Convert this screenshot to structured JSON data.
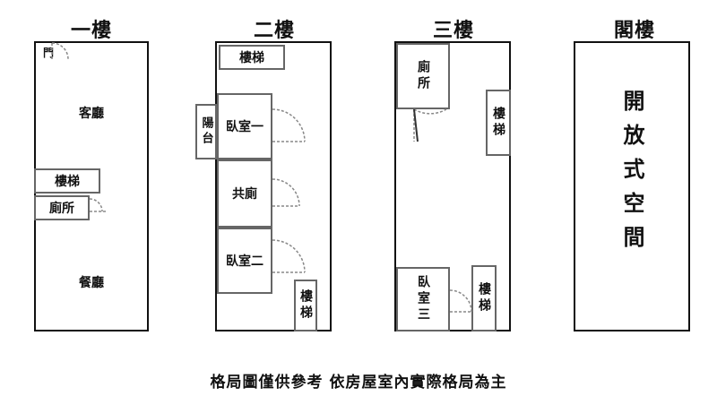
{
  "floors": {
    "f1": {
      "title": "一樓",
      "door_label": "門",
      "living_room": "客廳",
      "stairs": "樓梯",
      "toilet": "廁所",
      "dining_room": "餐廳"
    },
    "f2": {
      "title": "二樓",
      "stairs_top": "樓梯",
      "balcony": "陽台",
      "bedroom1": "臥室一",
      "shared_bath": "共廁",
      "bedroom2": "臥室二",
      "stairs_bottom": "樓梯"
    },
    "f3": {
      "title": "三樓",
      "toilet": "廁所",
      "stairs_right": "樓梯",
      "bedroom3": "臥室三",
      "stairs_bottom": "樓梯"
    },
    "attic": {
      "title": "閣樓",
      "open_space": "開放式空間"
    }
  },
  "footer": "格局圖僅供參考  依房屋室內實際格局為主"
}
